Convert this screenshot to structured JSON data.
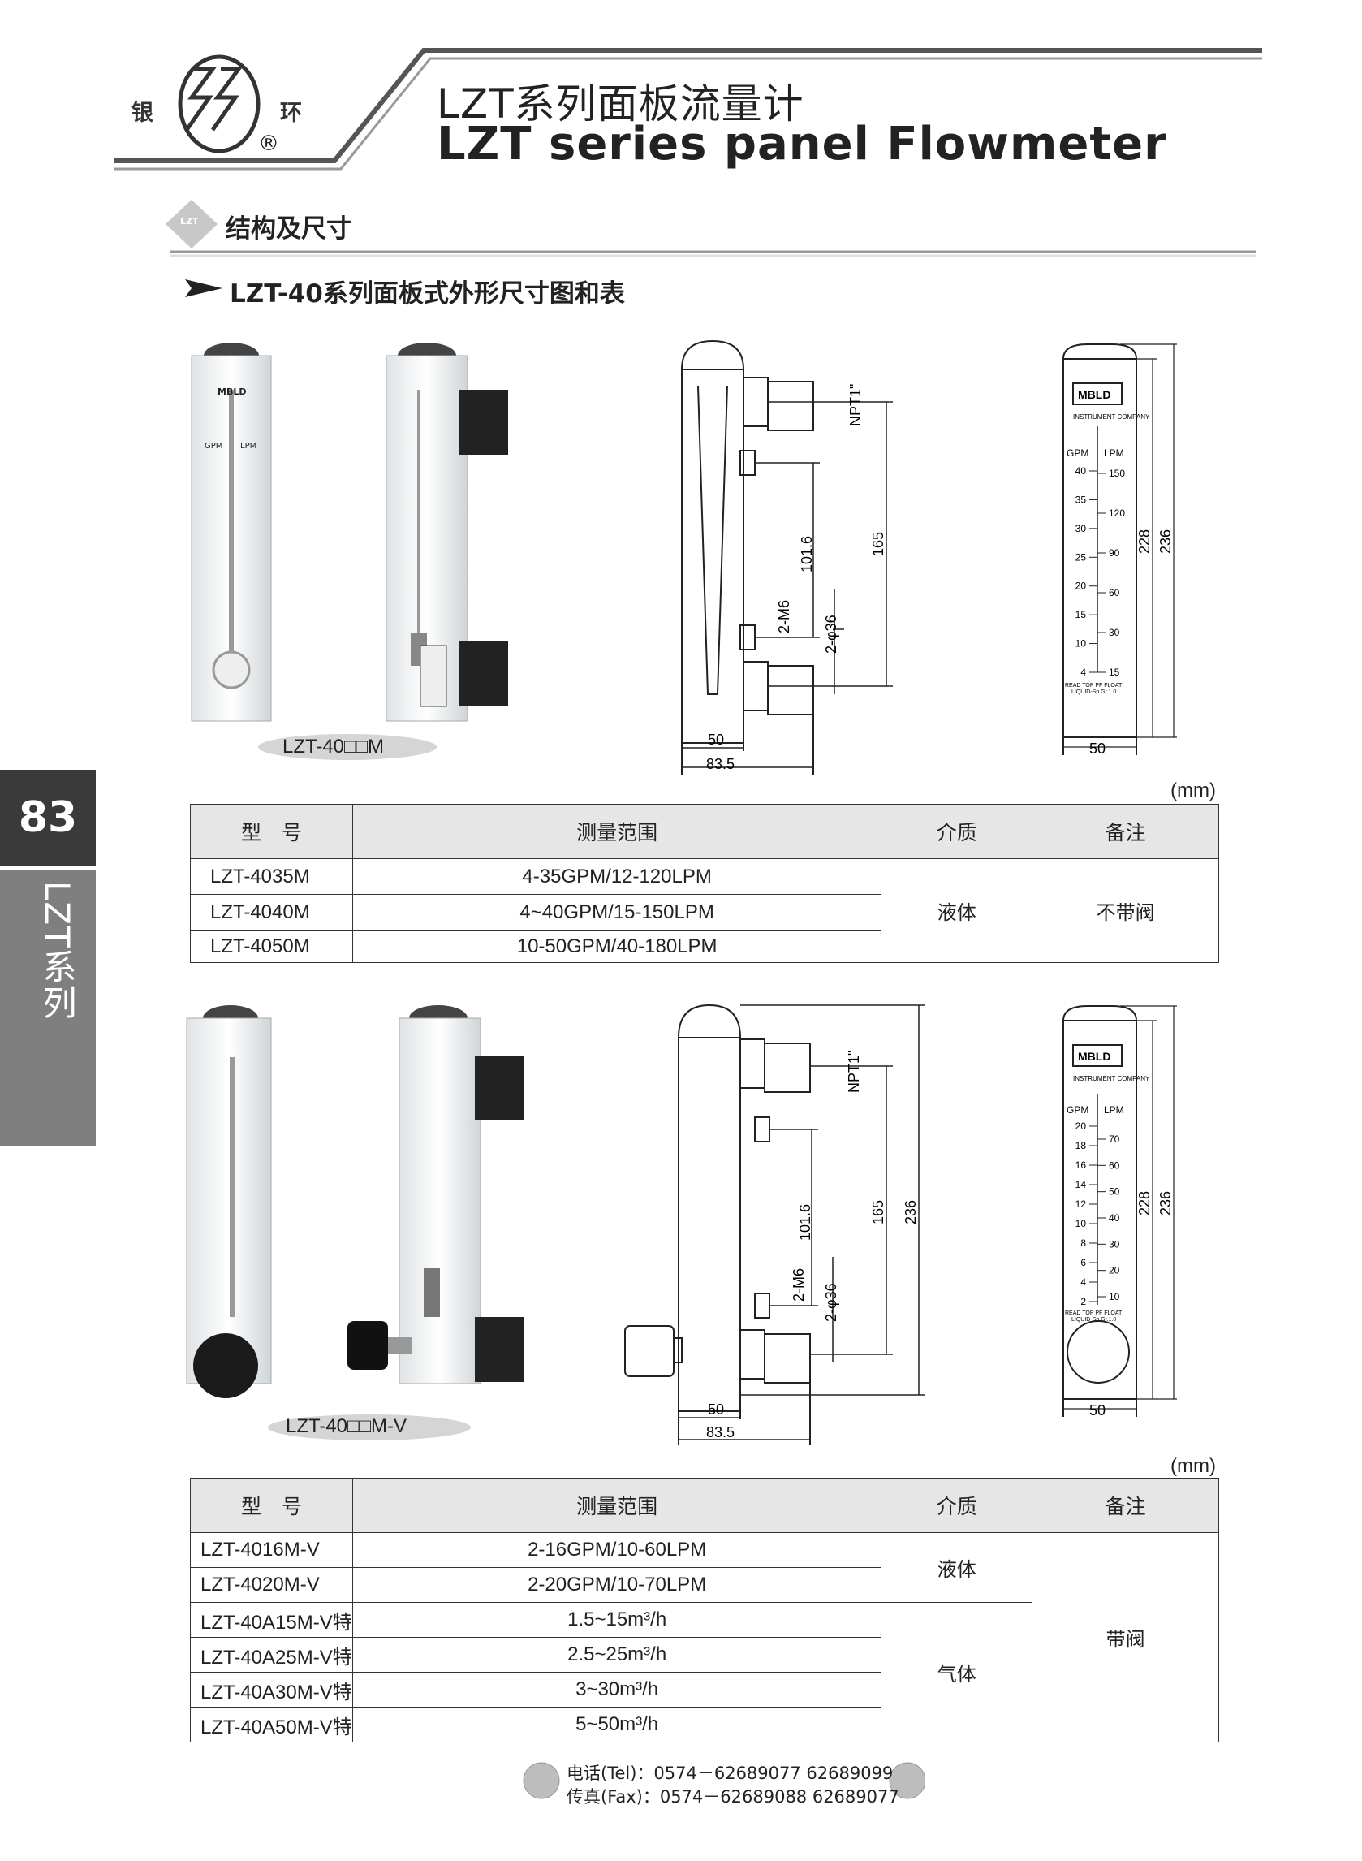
{
  "header": {
    "brand_left": "银",
    "brand_right": "环",
    "registered": "®",
    "title_cn": "LZT系列面板流量计",
    "title_en": "LZT series  panel  Flowmeter"
  },
  "section": {
    "badge": "LZT",
    "title": "结构及尺寸",
    "subtitle": "LZT-40系列面板式外形尺寸图和表"
  },
  "side": {
    "page_number": "83",
    "series": "LZT系列"
  },
  "top": {
    "caption": "LZT-40□□M",
    "scale": {
      "brand": "MBLD",
      "company": "INSTRUMENT COMPANY",
      "unit_left": "GPM",
      "unit_right": "LPM",
      "left": [
        "40",
        "35",
        "30",
        "25",
        "20",
        "15",
        "10",
        "4"
      ],
      "right": [
        "150",
        "120",
        "90",
        "60",
        "30",
        "15"
      ],
      "note1": "READ TOP PF FLOAT",
      "note2": "LIQUID-Sp.Gr.1.0"
    },
    "dims": {
      "npt": "NPT1\"",
      "d1016": "101.6",
      "d165": "165",
      "m6": "2-M6",
      "phi36": "2-φ36",
      "w50": "50",
      "w835": "83.5",
      "d228": "228",
      "d236": "236"
    }
  },
  "table1": {
    "unit": "(mm)",
    "headers": [
      "型　号",
      "测量范围",
      "介质",
      "备注"
    ],
    "rows": [
      {
        "model": "LZT-4035M",
        "range": "4-35GPM/12-120LPM"
      },
      {
        "model": "LZT-4040M",
        "range": "4~40GPM/15-150LPM"
      },
      {
        "model": "LZT-4050M",
        "range": "10-50GPM/40-180LPM"
      }
    ],
    "medium": "液体",
    "remark": "不带阀"
  },
  "bottom": {
    "caption": "LZT-40□□M-V",
    "scale": {
      "brand": "MBLD",
      "company": "INSTRUMENT COMPANY",
      "unit_left": "GPM",
      "unit_right": "LPM",
      "left": [
        "20",
        "18",
        "16",
        "14",
        "12",
        "10",
        "8",
        "6",
        "4",
        "2"
      ],
      "right": [
        "70",
        "60",
        "50",
        "40",
        "30",
        "20",
        "10"
      ],
      "note1": "READ TOP PF FLOAT",
      "note2": "LIQUID-Sp.Gr.1.0"
    },
    "dims": {
      "npt": "NPT1\"",
      "d1016": "101.6",
      "d165": "165",
      "d236": "236",
      "m6": "2-M6",
      "phi36": "2-φ36",
      "w50": "50",
      "w835": "83.5",
      "d228": "228",
      "d236b": "236"
    }
  },
  "table2": {
    "unit": "(mm)",
    "headers": [
      "型　号",
      "测量范围",
      "介质",
      "备注"
    ],
    "rows": [
      {
        "model": "LZT-4016M-V",
        "range": "2-16GPM/10-60LPM"
      },
      {
        "model": "LZT-4020M-V",
        "range": "2-20GPM/10-70LPM"
      },
      {
        "model": "LZT-40A15M-V特",
        "range": "1.5~15m³/h"
      },
      {
        "model": "LZT-40A25M-V特",
        "range": "2.5~25m³/h"
      },
      {
        "model": "LZT-40A30M-V特",
        "range": "3~30m³/h"
      },
      {
        "model": "LZT-40A50M-V特",
        "range": "5~50m³/h"
      }
    ],
    "medium_liquid": "液体",
    "medium_gas": "气体",
    "remark": "带阀"
  },
  "footer": {
    "tel": "电话(Tel)：0574－62689077  62689099",
    "fax": "传真(Fax)：0574－62689088  62689077"
  }
}
